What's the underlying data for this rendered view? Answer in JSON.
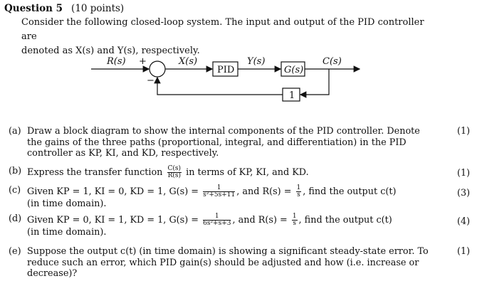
{
  "header": {
    "title": "Question 5",
    "points": "(10 points)"
  },
  "intro": {
    "line1": "Consider the following closed-loop system. The input and output of the PID controller are",
    "line2": "denoted as X(s) and Y(s), respectively."
  },
  "diagram": {
    "input_label": "R(s)",
    "plus_sign": "+",
    "minus_sign": "−",
    "error_label": "X(s)",
    "pid_label": "PID",
    "pid_out_label": "Y(s)",
    "plant_label": "G(s)",
    "output_label": "C(s)",
    "feedback_label": "1"
  },
  "questions": [
    {
      "label": "(a)",
      "text": "Draw a block diagram to show the internal components of the PID controller. Denote the gains of the three paths (proportional, integral, and differentiation) in the PID controller as KP, KI, and KD, respectively.",
      "points": "(1)"
    },
    {
      "label": "(b)",
      "text_before": "Express the transfer function",
      "frac_num": "C(s)",
      "frac_den": "R(s)",
      "text_after": "in terms of KP, KI, and KD.",
      "points": "(1)"
    },
    {
      "label": "(c)",
      "text_before": "Given KP = 1, KI = 0, KD = 1, G(s) =",
      "g_num": "1",
      "g_den": "s²+5s+11",
      "text_mid": ", and R(s) =",
      "r_num": "1",
      "r_den": "s",
      "text_after": ", find the output c(t)",
      "line2": "(in time domain).",
      "points": "(3)"
    },
    {
      "label": "(d)",
      "text_before": "Given KP = 0, KI = 1, KD = 1, G(s) =",
      "g_num": "1",
      "g_den": "6s²+s+3",
      "text_mid": ", and R(s) =",
      "r_num": "1",
      "r_den": "s",
      "text_after": ", find the output c(t)",
      "line2": "(in time domain).",
      "points": "(4)"
    },
    {
      "label": "(e)",
      "text": "Suppose the output c(t) (in time domain) is showing a significant steady-state error. To reduce such an error, which PID gain(s) should be adjusted and how (i.e. increase or decrease)?",
      "points": "(1)"
    }
  ]
}
